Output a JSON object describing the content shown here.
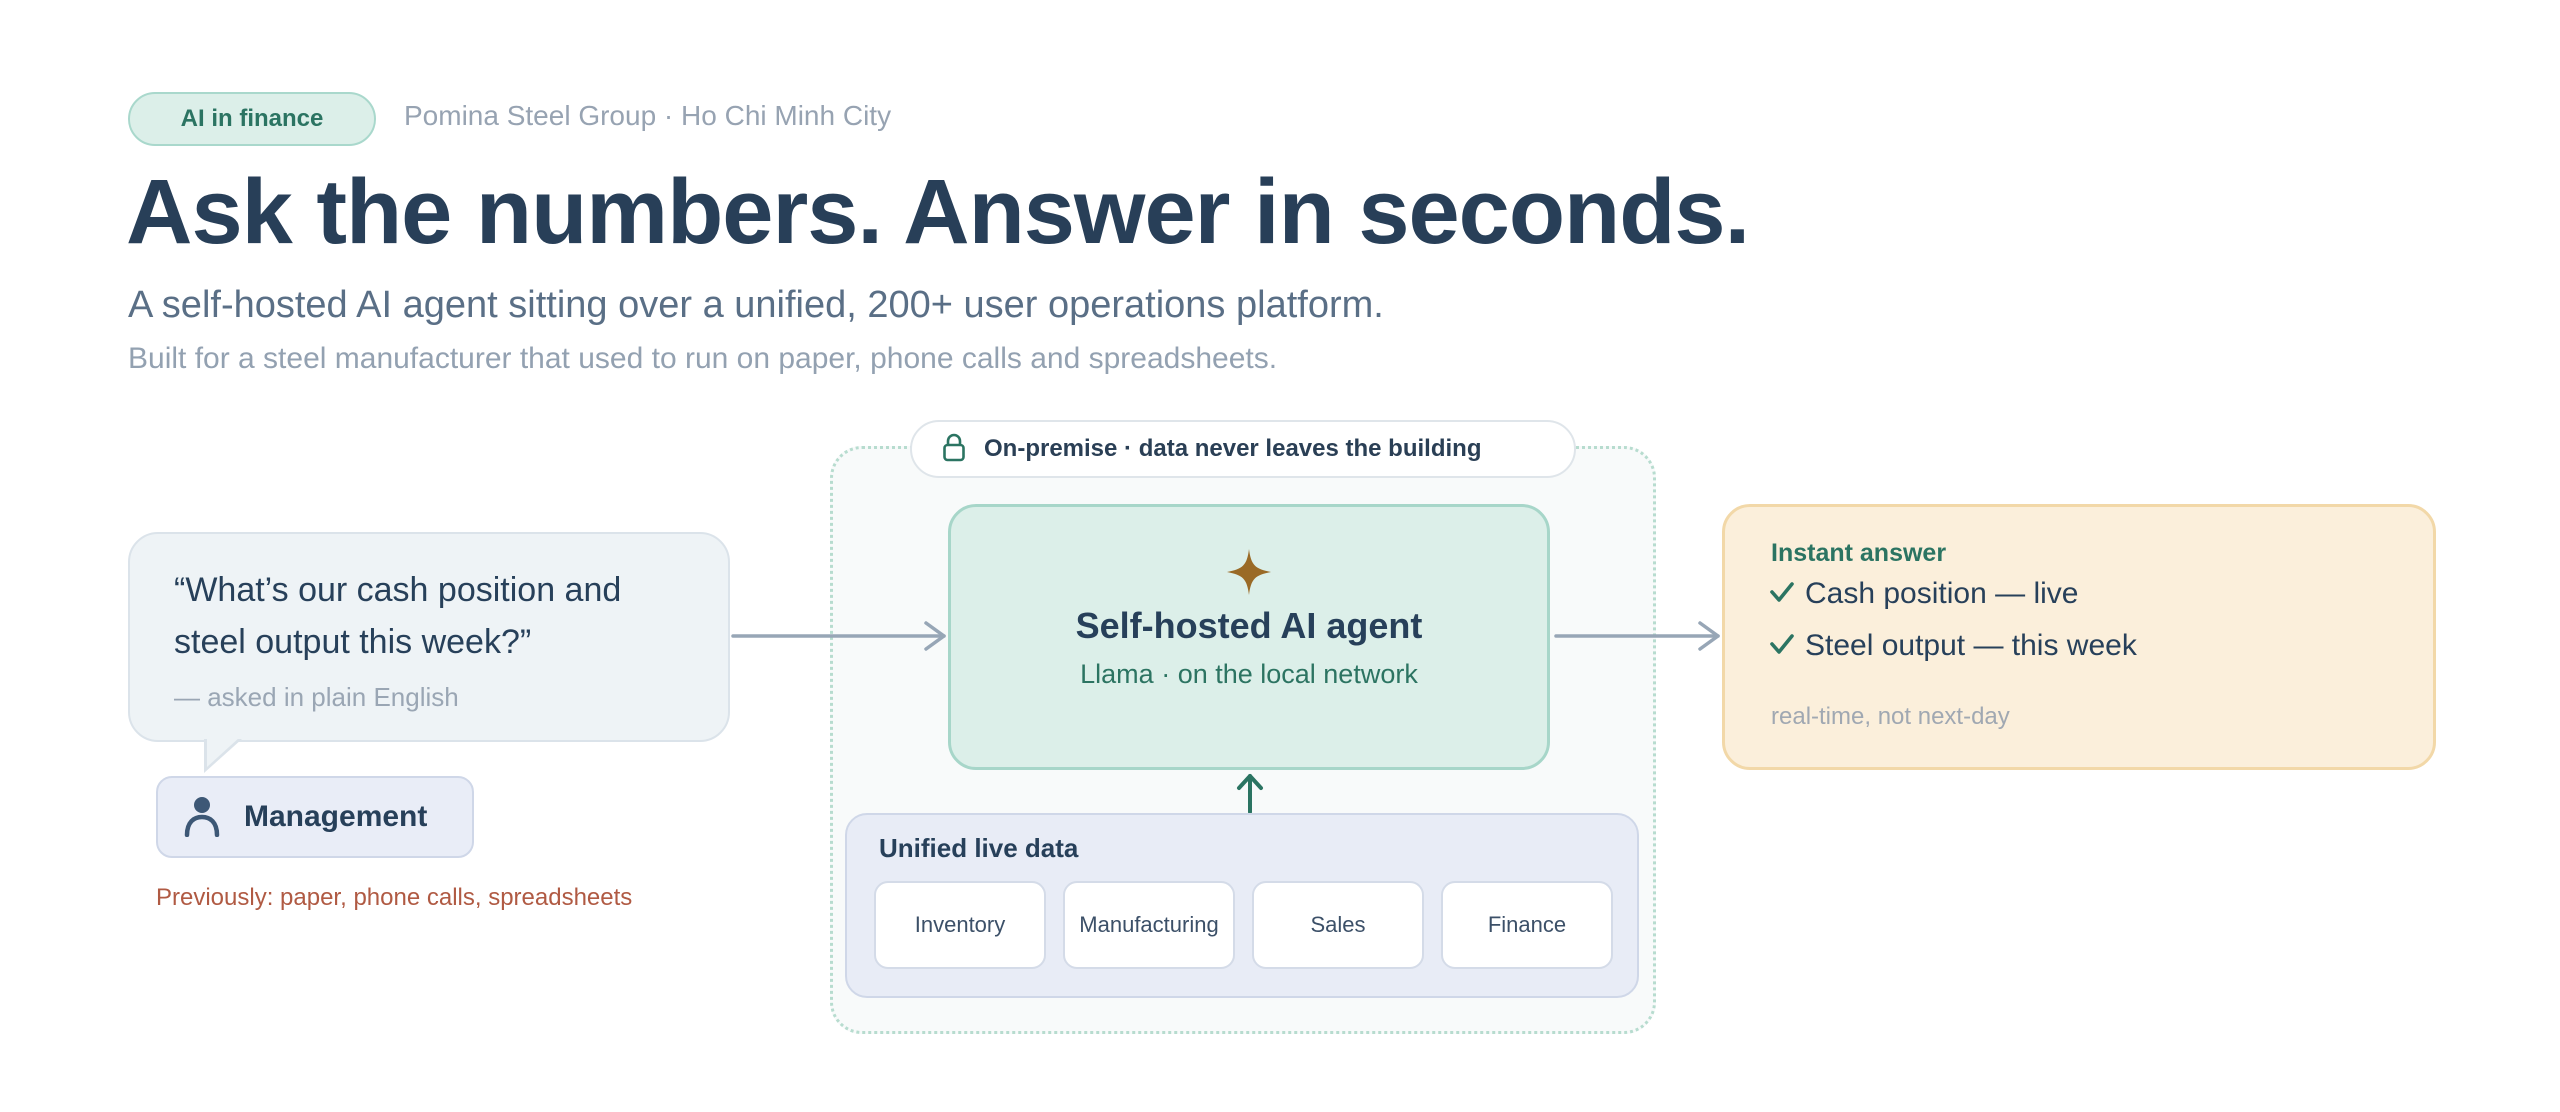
{
  "header": {
    "tag": "AI in finance",
    "client": "Pomina Steel Group · Ho Chi Minh City",
    "headline": "Ask the numbers. Answer in seconds.",
    "subtitle": "A self-hosted AI agent sitting over a unified, 200+ user operations platform.",
    "context": "Built for a steel manufacturer that used to run on paper, phone calls and spreadsheets."
  },
  "question": {
    "text": "“What’s our cash position and steel output this week?”",
    "caption": "— asked in plain English",
    "asker": "Management",
    "asker_icon": "user-icon",
    "previously": "Previously: paper, phone calls, spreadsheets"
  },
  "onprem": {
    "tag": "On-premise · data never leaves the building",
    "tag_icon": "lock-icon",
    "agent": {
      "icon": "sparkle-icon",
      "title": "Self-hosted AI agent",
      "subtitle": "Llama · on the local network"
    },
    "data": {
      "title": "Unified live data",
      "sources": [
        "Inventory",
        "Manufacturing",
        "Sales",
        "Finance"
      ]
    }
  },
  "answer": {
    "title": "Instant answer",
    "items": [
      "Cash position — live",
      "Steel output — this week"
    ],
    "note": "real-time, not next-day"
  },
  "colors": {
    "ink": "#27405a",
    "teal": "#2b7462",
    "teal_fill": "#dcefe9",
    "answer_fill": "#fbefdb",
    "accent_gold": "#9a6a26",
    "warning_red": "#b05a43",
    "arrow_gray": "#97a6b6"
  }
}
